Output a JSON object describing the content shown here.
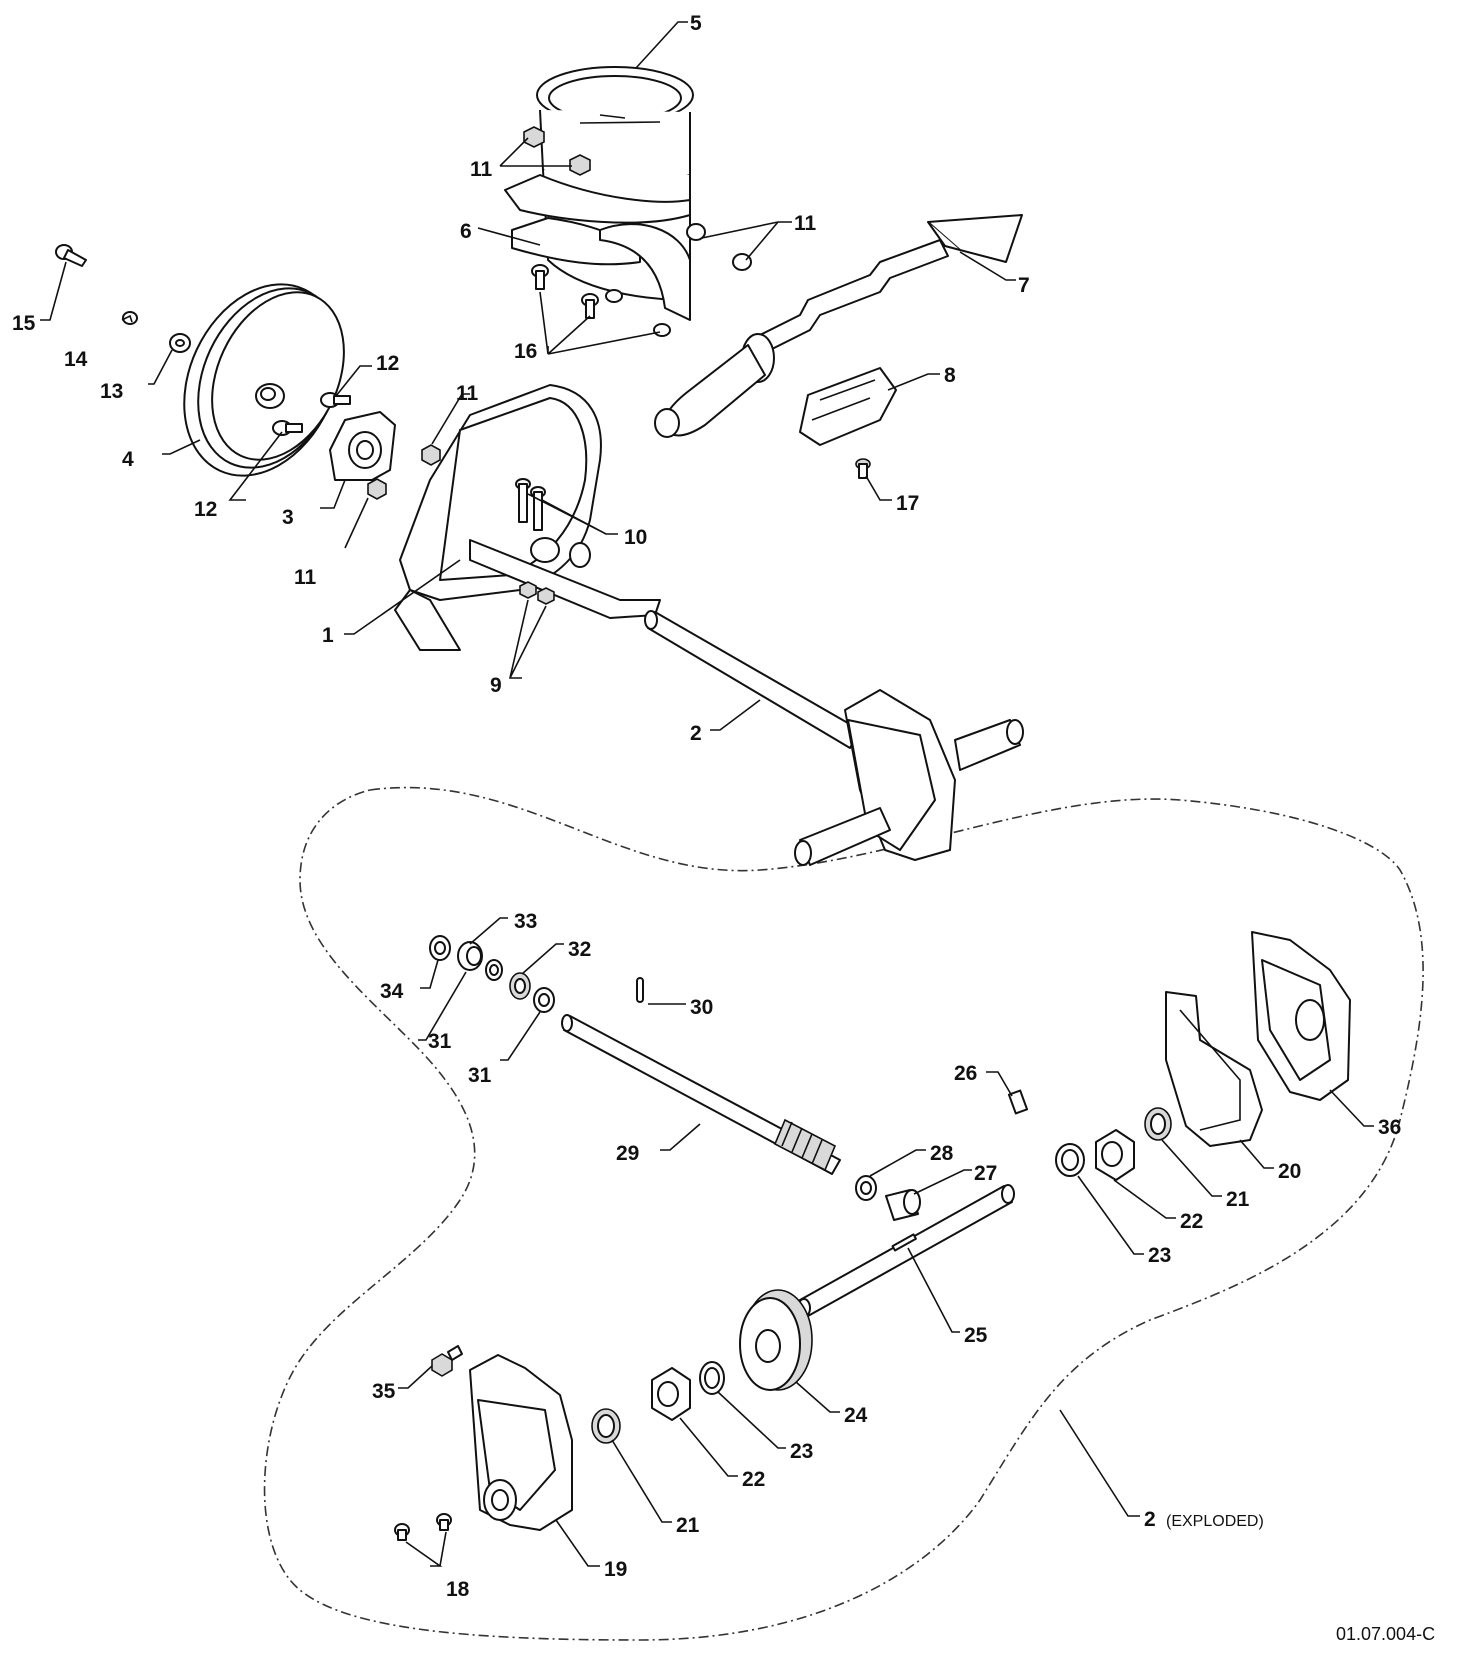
{
  "callouts": {
    "c1": "1",
    "c2": "2",
    "c2b": "2",
    "c2_note": "(EXPLODED)",
    "c3": "3",
    "c4": "4",
    "c5": "5",
    "c6": "6",
    "c7": "7",
    "c8": "8",
    "c9": "9",
    "c10": "10",
    "c11a": "11",
    "c11b": "11",
    "c11c": "11",
    "c11d": "11",
    "c12a": "12",
    "c12b": "12",
    "c13": "13",
    "c14": "14",
    "c15": "15",
    "c16": "16",
    "c17": "17",
    "c18": "18",
    "c19": "19",
    "c20": "20",
    "c21a": "21",
    "c21b": "21",
    "c22a": "22",
    "c22b": "22",
    "c23a": "23",
    "c23b": "23",
    "c24": "24",
    "c25": "25",
    "c26": "26",
    "c27": "27",
    "c28": "28",
    "c29": "29",
    "c30": "30",
    "c31a": "31",
    "c31b": "31",
    "c32": "32",
    "c33": "33",
    "c34": "34",
    "c35": "35",
    "c36": "36"
  },
  "document_number": "01.07.004-C"
}
